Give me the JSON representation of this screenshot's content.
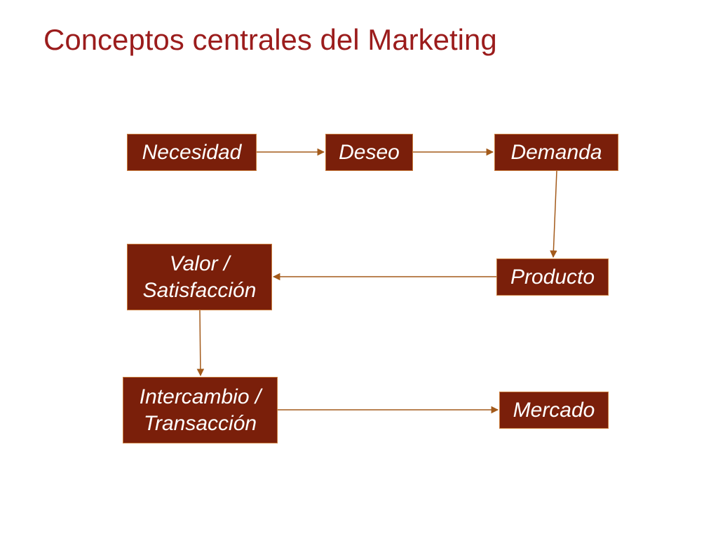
{
  "slide": {
    "title": "Conceptos centrales del Marketing"
  },
  "diagram": {
    "colors": {
      "title": "#9b1c1c",
      "node_fill": "#7a1f0a",
      "node_border": "#c87a3a",
      "node_text": "#ffffff",
      "connector": "#a35a1a"
    },
    "nodes": [
      {
        "id": "necesidad",
        "label": "Necesidad"
      },
      {
        "id": "deseo",
        "label": "Deseo"
      },
      {
        "id": "demanda",
        "label": "Demanda"
      },
      {
        "id": "valor",
        "label": "Valor /\nSatisfacción"
      },
      {
        "id": "producto",
        "label": "Producto"
      },
      {
        "id": "intercambio",
        "label": "Intercambio /\nTransacción"
      },
      {
        "id": "mercado",
        "label": "Mercado"
      }
    ],
    "edges": [
      {
        "from": "necesidad",
        "to": "deseo"
      },
      {
        "from": "deseo",
        "to": "demanda"
      },
      {
        "from": "demanda",
        "to": "producto"
      },
      {
        "from": "producto",
        "to": "valor"
      },
      {
        "from": "valor",
        "to": "intercambio"
      },
      {
        "from": "intercambio",
        "to": "mercado"
      }
    ]
  }
}
